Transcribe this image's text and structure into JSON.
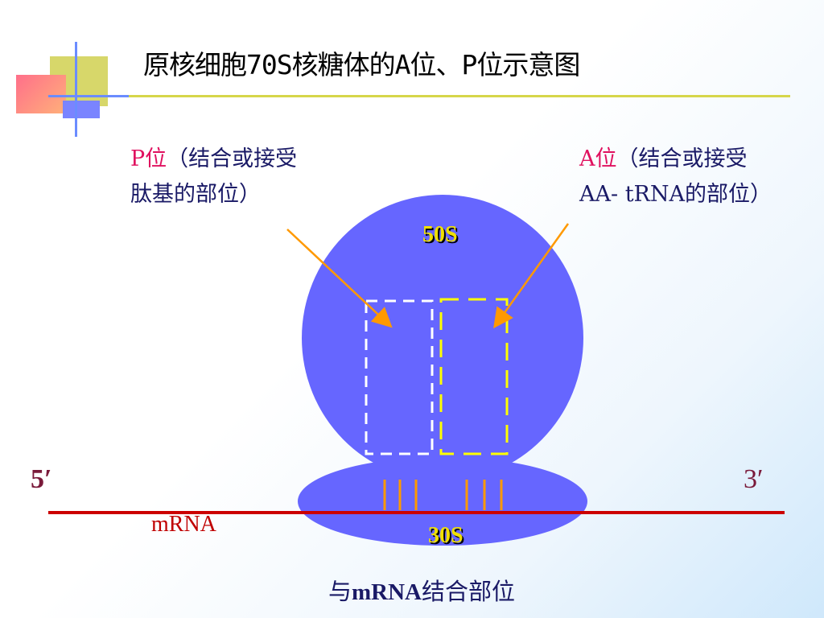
{
  "title": "原核细胞70S核糖体的A位、P位示意图",
  "p_site": {
    "label": "P位",
    "desc": "（结合或接受肽基的部位）"
  },
  "a_site": {
    "label": "A位",
    "desc_line1": "（结合或接受",
    "desc_line2": "AA- tRNA的部位）"
  },
  "subunit_large": "50S",
  "subunit_small": "30S",
  "five_prime": "5′",
  "three_prime": "3′",
  "mrna_label": "mRNA",
  "binding_site_prefix": "与",
  "binding_site_bold": "mRNA",
  "binding_site_suffix": "结合部位",
  "colors": {
    "ribosome": "#6666ff",
    "mrna_line": "#cc0000",
    "arrow": "#ff9900",
    "a_site_box": "#ffff00",
    "p_site_box": "#ffffff",
    "codon_bars": "#ff9900"
  }
}
